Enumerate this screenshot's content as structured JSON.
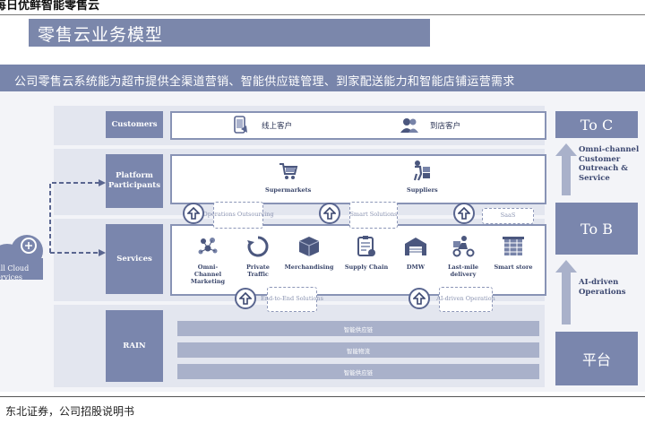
{
  "page_header": "每日优鲜智能零售云",
  "banner_title": "零售云业务模型",
  "subtitle": "公司零售云系统能为超市提供全渠道营销、智能供应链管理、到家配送能力和智能店铺运营需求",
  "rows": {
    "customers": "Customers",
    "platform": "Platform Participants",
    "services": "Services",
    "rain": "RAIN"
  },
  "customers_panel": {
    "online": "线上客户",
    "offline": "到店客户"
  },
  "platform_panel": {
    "supermarkets": "Supermarkets",
    "suppliers": "Suppliers"
  },
  "pills": {
    "operations_outsourcing": "Operations Outsourcing",
    "smart_solutions": "Smart Solutions",
    "saas": "SaaS",
    "end_to_end": "End-to-End Solutions",
    "ai_driven_operation": "AI-driven Operation"
  },
  "services": [
    {
      "label": "Omni-Channel Marketing",
      "icon": "marketing-icon"
    },
    {
      "label": "Private Traffic",
      "icon": "traffic-cycle-icon"
    },
    {
      "label": "Merchandising",
      "icon": "box-icon"
    },
    {
      "label": "Supply Chain",
      "icon": "clipboard-icon"
    },
    {
      "label": "DMW",
      "icon": "warehouse-icon"
    },
    {
      "label": "Last-mile delivery",
      "icon": "delivery-scooter-icon"
    },
    {
      "label": "Smart store",
      "icon": "store-icon"
    }
  ],
  "rain_bars": [
    "智能供应链",
    "智能物流",
    "智能供应链"
  ],
  "right_column": {
    "to_c": "To C",
    "to_b": "To B",
    "platform": "平台",
    "upper_text": "Omni-channel Customer Outreach & Service",
    "lower_text": "AI-driven Operations"
  },
  "cloud_label": "all Cloud ervices",
  "footer": "：东北证券，公司招股说明书",
  "colors": {
    "accent": "#7a86ad",
    "band": "#e3e6ef",
    "border": "#8893b5",
    "dark_text": "#39456a"
  }
}
